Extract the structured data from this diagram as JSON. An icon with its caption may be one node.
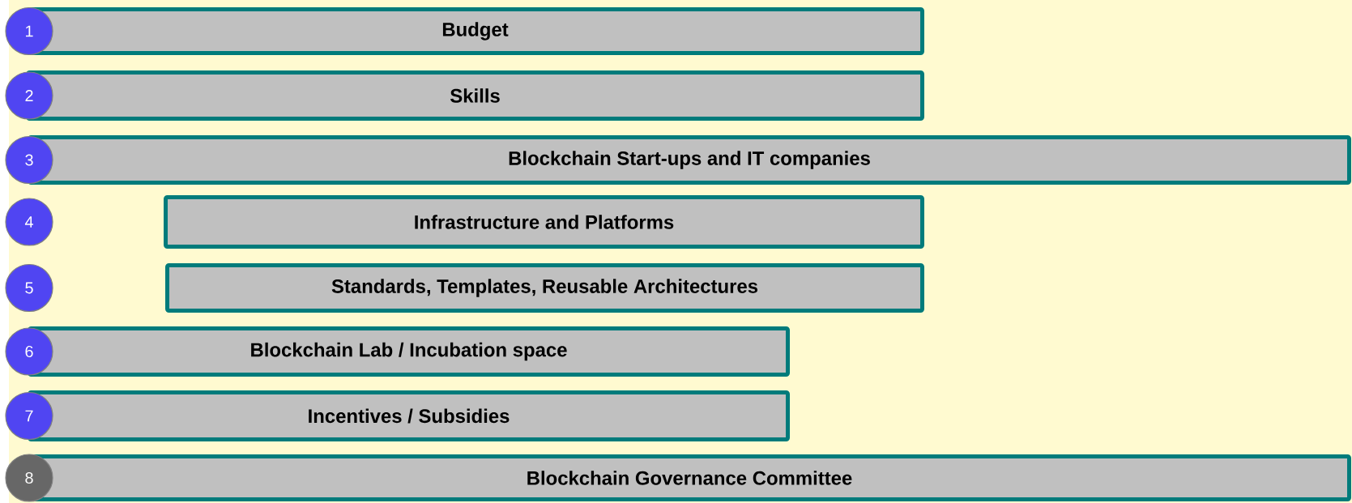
{
  "diagram": {
    "nodes": [
      {
        "text": [
          "1"
        ]
      },
      {
        "text": [
          "Budget"
        ]
      },
      {
        "text": [
          "2"
        ]
      },
      {
        "text": [
          "Skills"
        ]
      },
      {
        "text": [
          "3"
        ]
      },
      {
        "text": [
          "Blockchain Start-ups and IT companies"
        ]
      },
      {
        "text": [
          "4"
        ]
      },
      {
        "text": [
          "Infrastructure and Platforms"
        ]
      },
      {
        "text": [
          "5"
        ]
      },
      {
        "text": [
          "Standards, Templates, Reusable Architectures"
        ]
      },
      {
        "text": [
          "6"
        ]
      },
      {
        "text": [
          "Blockchain Lab / Incubation space"
        ]
      },
      {
        "text": [
          "7"
        ]
      },
      {
        "text": [
          "Incentives / Subsidies"
        ]
      },
      {
        "text": [
          "8"
        ]
      },
      {
        "text": [
          "Blockchain Governance Committee"
        ]
      }
    ]
  }
}
